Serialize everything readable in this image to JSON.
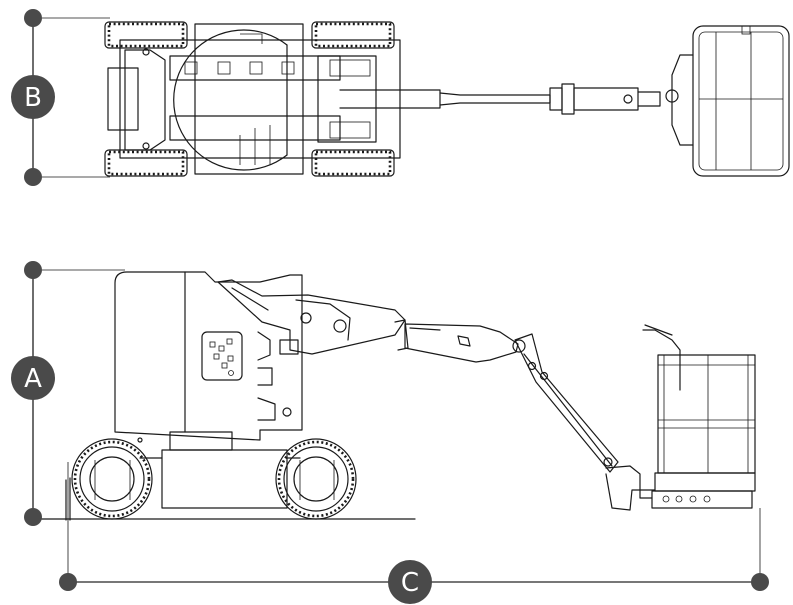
{
  "dimensions": {
    "height_label": "A",
    "width_label": "B",
    "length_label": "C"
  },
  "colors": {
    "line": "#1a1a1a",
    "dimension": "#4a4a4a",
    "badge_text": "#ffffff"
  }
}
